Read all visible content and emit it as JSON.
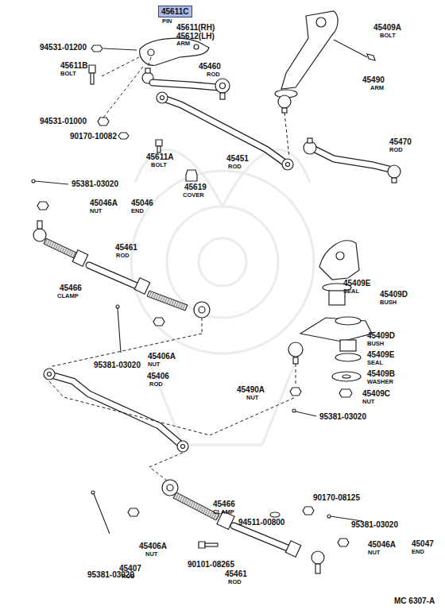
{
  "diagram": {
    "nodes": [
      {
        "text": [
          "45611C"
        ]
      }
    ],
    "labels": [
      "PIN",
      "45611(RH)",
      "45612(LH)",
      "ARM",
      "94531-01200",
      "45611B",
      "BOLT",
      "45460",
      "ROD",
      "45409A",
      "BOLT",
      "45490",
      "ARM",
      "94531-01000",
      "90170-10082",
      "45611A",
      "BOLT",
      "45451",
      "ROD",
      "45619",
      "COVER",
      "45470",
      "ROD",
      "95381-03020",
      "45046A",
      "NUT",
      "45046",
      "END",
      "45461",
      "ROD",
      "45466",
      "CLAMP",
      "45409E",
      "SEAL",
      "45409D",
      "BUSH",
      "45409D",
      "BUSH",
      "45409E",
      "SEAL",
      "45409B",
      "WASHER",
      "95381-03020",
      "45406A",
      "NUT",
      "45406",
      "ROD",
      "45490A",
      "NUT",
      "45409C",
      "NUT",
      "95381-03020",
      "90170-08125",
      "45466",
      "CLAMP",
      "94511-00800",
      "95381-03020",
      "45406A",
      "NUT",
      "45046A",
      "NUT",
      "45047",
      "END",
      "90101-08265",
      "95381-03020",
      "45407",
      "ROD",
      "45461",
      "ROD",
      "MC 6307-A"
    ]
  }
}
